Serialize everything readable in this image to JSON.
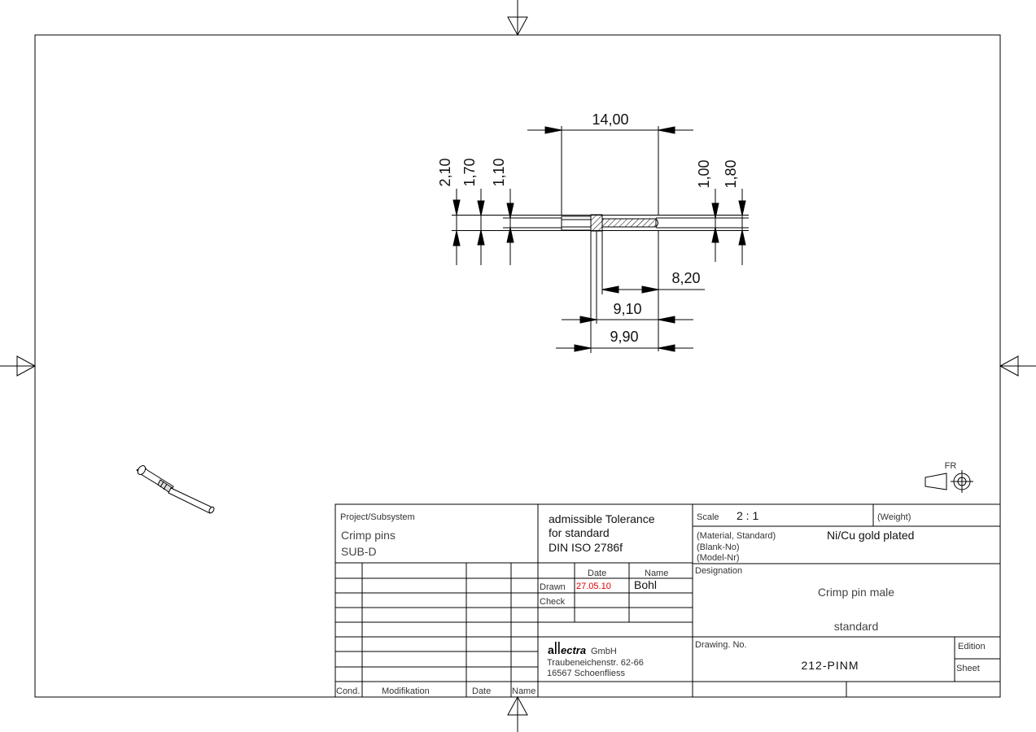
{
  "drawing": {
    "dimensions": {
      "d_14_00": "14,00",
      "d_2_10": "2,10",
      "d_1_70": "1,70",
      "d_1_10": "1,10",
      "d_1_00": "1,00",
      "d_1_80": "1,80",
      "d_8_20": "8,20",
      "d_9_10": "9,10",
      "d_9_90": "9,90"
    },
    "projection_symbol": {
      "label": "FR",
      "icon": "first-angle-projection-icon"
    }
  },
  "title_block": {
    "project_label": "Project/Subsystem",
    "project_line1": "Crimp pins",
    "project_line2": "SUB-D",
    "tolerance_line1": "admissible Tolerance",
    "tolerance_line2": "for standard",
    "tolerance_line3": "DIN ISO 2786f",
    "scale_label": "Scale",
    "scale_value": "2 : 1",
    "weight_label": "(Weight)",
    "material_label": "(Material, Standard)",
    "blank_label": "(Blank-No)",
    "model_label": "(Model-Nr)",
    "material_value": "Ni/Cu gold plated",
    "date_header": "Date",
    "name_header": "Name",
    "drawn_label": "Drawn",
    "drawn_date": "27.05.10",
    "drawn_name": "Bohl",
    "check_label": "Check",
    "designation_label": "Designation",
    "designation_line1": "Crimp pin male",
    "designation_line2": "standard",
    "company_logo_a": "a",
    "company_logo_rest": "ectra",
    "company_suffix": "GmbH",
    "company_street": "Traubeneichenstr. 62-66",
    "company_city": "16567 Schoenfliess",
    "drawing_no_label": "Drawing. No.",
    "drawing_no_value": "212-PINM",
    "edition_label": "Edition",
    "sheet_label": "Sheet",
    "rev_cond": "Cond.",
    "rev_mod": "Modifikation",
    "rev_date": "Date",
    "rev_name": "Name"
  },
  "colors": {
    "line": "#000000",
    "annotation_red": "#e00000"
  }
}
